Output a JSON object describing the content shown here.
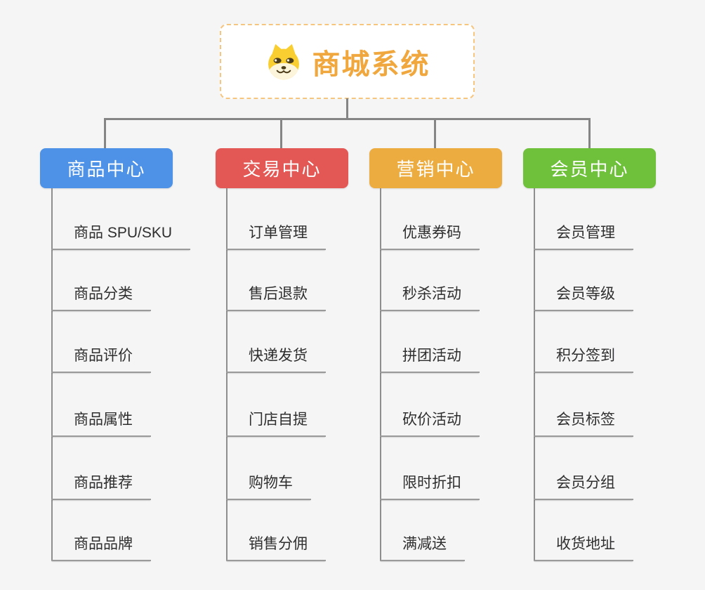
{
  "root": {
    "title": "商城系统"
  },
  "branches": [
    {
      "label": "商品中心",
      "color": "#4D92E6",
      "items": [
        "商品 SPU/SKU",
        "商品分类",
        "商品评价",
        "商品属性",
        "商品推荐",
        "商品品牌"
      ]
    },
    {
      "label": "交易中心",
      "color": "#E35855",
      "items": [
        "订单管理",
        "售后退款",
        "快递发货",
        "门店自提",
        "购物车",
        "销售分佣"
      ]
    },
    {
      "label": "营销中心",
      "color": "#ECAC40",
      "items": [
        "优惠券码",
        "秒杀活动",
        "拼团活动",
        "砍价活动",
        "限时折扣",
        "满减送"
      ]
    },
    {
      "label": "会员中心",
      "color": "#6FC13C",
      "items": [
        "会员管理",
        "会员等级",
        "积分签到",
        "会员标签",
        "会员分组",
        "收货地址"
      ]
    }
  ],
  "colors": {
    "background": "#f5f5f6",
    "connector": "#858585",
    "underline": "#9a9a9a",
    "root_accent": "#F0A73E",
    "root_border": "#F6C57E"
  }
}
